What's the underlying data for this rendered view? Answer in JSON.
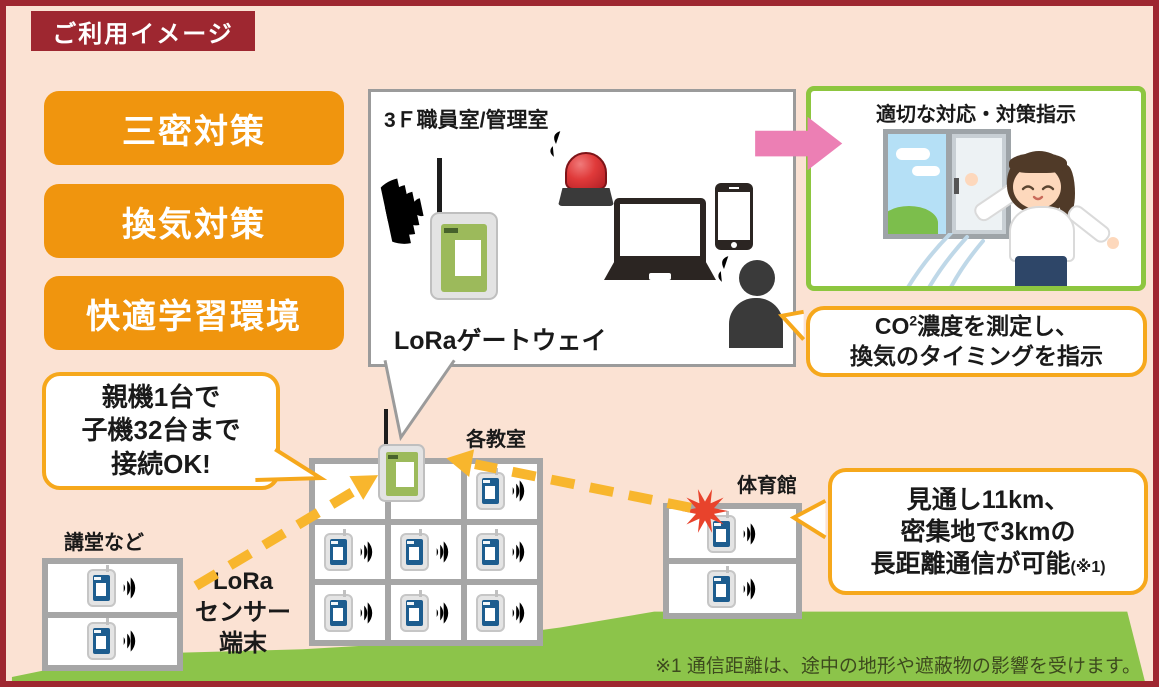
{
  "banner": {
    "title": "ご利用イメージ"
  },
  "benefits": [
    {
      "label": "三密対策"
    },
    {
      "label": "換気対策"
    },
    {
      "label": "快適学習環境"
    }
  ],
  "staff_room": {
    "title": "3Ｆ職員室/管理室",
    "gateway_label": "LoRaゲートウェイ"
  },
  "response_box": {
    "title": "適切な対応・対策指示"
  },
  "co2_bubble": {
    "prefix": "CO",
    "sup": "2",
    "line1_rest": "濃度を測定し、",
    "line2": "換気のタイミングを指示"
  },
  "capacity_bubble": {
    "lines": [
      "親機1台で",
      "子機32台まで",
      "接続OK!"
    ]
  },
  "range_bubble": {
    "lines": [
      "見通し11km、",
      "密集地で3kmの",
      "長距離通信が可能"
    ],
    "note": "(※1)"
  },
  "buildings": {
    "auditorium": "講堂など",
    "classrooms": "各教室",
    "gym": "体育館"
  },
  "sensor_caption": {
    "lines": [
      "LoRa",
      "センサー",
      "端末"
    ]
  },
  "footnote": "※1 通信距離は、途中の地形や遮蔽物の影響を受けます。",
  "colors": {
    "frame_red": "#9E2730",
    "background": "#FBE2D3",
    "button_orange": "#F0950E",
    "bubble_border": "#F6A81C",
    "dashed_arrow": "#F8B62D",
    "pink_arrow": "#EC7FB4",
    "green_border": "#8DC63F",
    "hill_green": "#8CC44A",
    "sensor_navy": "#1D5D8F",
    "wifi_blue": "#1F7FC0",
    "gateway_green": "#9CBA5B"
  },
  "icons": {
    "wifi-waves-icon": "three blue radio arcs",
    "alert-beacon-icon": "red rotating warning light",
    "laptop-icon": "black laptop",
    "smartphone-icon": "black smartphone",
    "person-icon": "dark person silhouette",
    "alert-burst-icon": "red starburst alert",
    "pink-arrow-icon": "thick pink right arrow",
    "dashed-arrow-icon": "orange dashed uplink arrow"
  }
}
